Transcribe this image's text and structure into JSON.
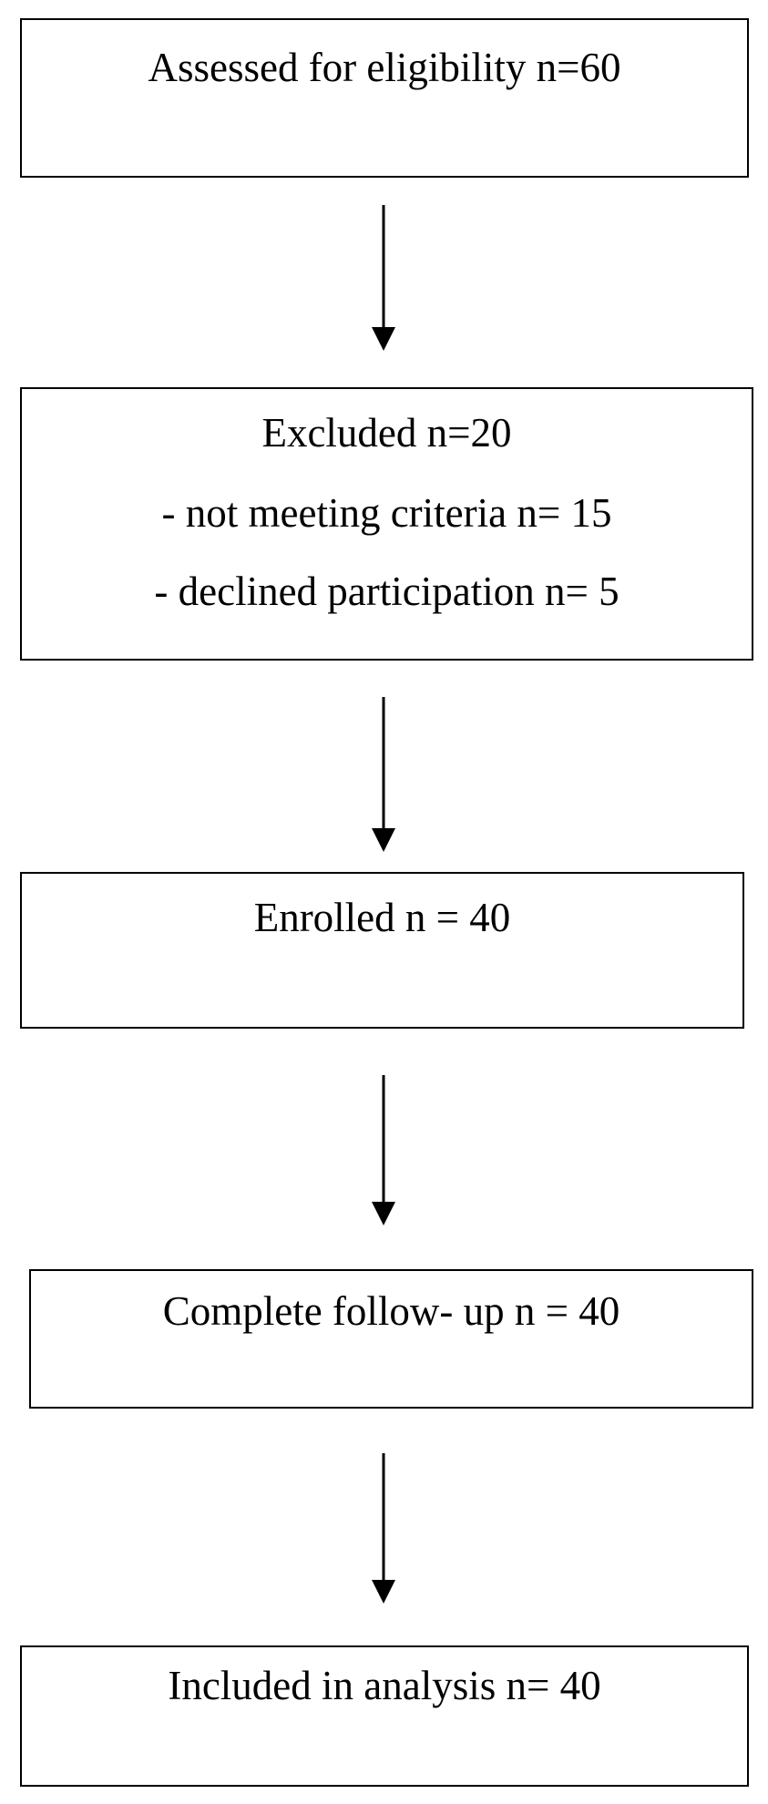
{
  "flow": {
    "steps": [
      {
        "label": "Assessed for eligibility n=60"
      },
      {
        "label": "Excluded n=20",
        "details": [
          "- not meeting criteria n= 15",
          "- declined participation n= 5"
        ]
      },
      {
        "label": "Enrolled n = 40"
      },
      {
        "label": "Complete follow- up n = 40"
      },
      {
        "label": "Included in analysis n= 40"
      }
    ]
  }
}
